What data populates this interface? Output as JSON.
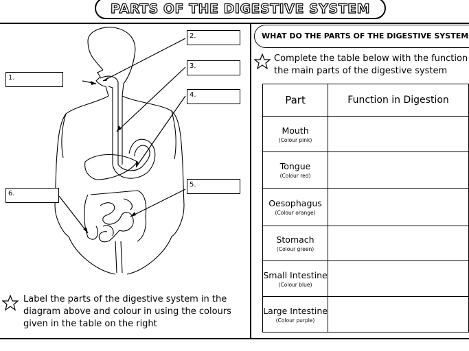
{
  "title": "PARTS OF THE DIGESTIVE SYSTEM",
  "labels": [
    "1.",
    "2.",
    "3.",
    "4.",
    "5.",
    "6."
  ],
  "left_instruction": "Label the parts of the digestive system in the diagram above and colour in using the colours given in the table on the right",
  "right_heading": "WHAT DO THE PARTS OF THE DIGESTIVE SYSTEM DO",
  "right_instruction_line1": "Complete the table below with the function of",
  "right_instruction_line2": "the main parts of the digestive system",
  "table": {
    "header_part": "Part",
    "header_function": "Function in Digestion",
    "rows": [
      {
        "part": "Mouth",
        "colour": "(Colour pink)"
      },
      {
        "part": "Tongue",
        "colour": "(Colour red)"
      },
      {
        "part": "Oesophagus",
        "colour": "(Colour orange)"
      },
      {
        "part": "Stomach",
        "colour": "(Colour green)"
      },
      {
        "part": "Small Intestine",
        "colour": "(Colour blue)"
      },
      {
        "part": "Large Intestine",
        "colour": "(Colour purple)"
      }
    ]
  }
}
